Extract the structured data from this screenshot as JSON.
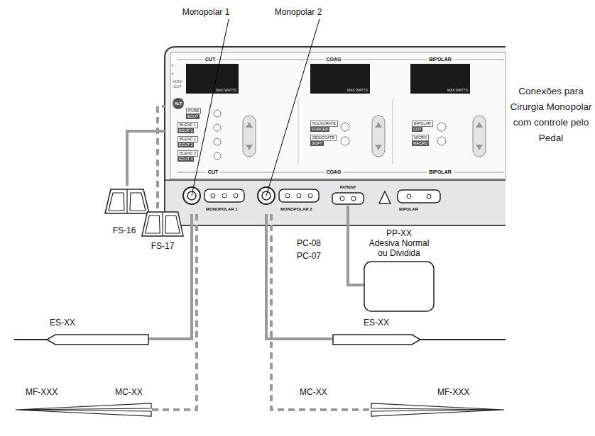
{
  "diagram": {
    "title": "Conexões para Cirurgia Monopolar com controle pelo Pedal",
    "nodes": [
      {
        "text": [
          "CUT",
          "COAG",
          "BIPOLAR"
        ]
      },
      {
        "text": [
          "MONOPOLAR 1"
        ],
        "in": 0
      },
      {
        "text": [
          "MONOPOLAR 2"
        ],
        "in": 0
      },
      {
        "text": [
          "PATIENT"
        ],
        "in": 0
      },
      {
        "text": [
          "BIPOLAR"
        ],
        "in": 0
      },
      {
        "text": [
          "FS-16"
        ]
      },
      {
        "text": [
          "FS-17"
        ]
      },
      {
        "text": [
          "PP-XX",
          "Adesiva Normal ou Dividida"
        ]
      },
      {
        "text": [
          "ES-XX"
        ]
      },
      {
        "text": [
          "ES-XX"
        ]
      },
      {
        "text": [
          "MF-XXX"
        ]
      },
      {
        "text": [
          "MF-XXX"
        ]
      }
    ],
    "edges": [
      {
        "from": 5,
        "to": 0,
        "arrow": "none"
      },
      {
        "from": 6,
        "to": 0,
        "arrow": "none"
      },
      {
        "from": 1,
        "to": 8,
        "arrow": "none"
      },
      {
        "from": 1,
        "to": 10,
        "label": "MC-XX",
        "arrow": "none"
      },
      {
        "from": 2,
        "to": 9,
        "arrow": "none"
      },
      {
        "from": 2,
        "to": 11,
        "label": "MC-XX",
        "arrow": "none"
      },
      {
        "from": 3,
        "to": 7,
        "arrow": "none"
      }
    ],
    "labels": [
      "Monopolar 1",
      "Monopolar 2",
      "HIGH CUT",
      "ALT",
      "PURE",
      "ECUT",
      "BLEND 1",
      "ECUT 1",
      "BLEND 2",
      "ECUT 2",
      "BLEND 3",
      "ECUT 3",
      "FULGURATE",
      "FORCED",
      "DESICCATE",
      "SOFT",
      "BIPOLAR",
      "CUT",
      "MICRO",
      "MACRO",
      "MAX WATTS",
      "MAX WATTS",
      "MAX WATTS",
      "CUT",
      "COAG",
      "BIPOLAR",
      "PC-08",
      "PC-07"
    ]
  }
}
